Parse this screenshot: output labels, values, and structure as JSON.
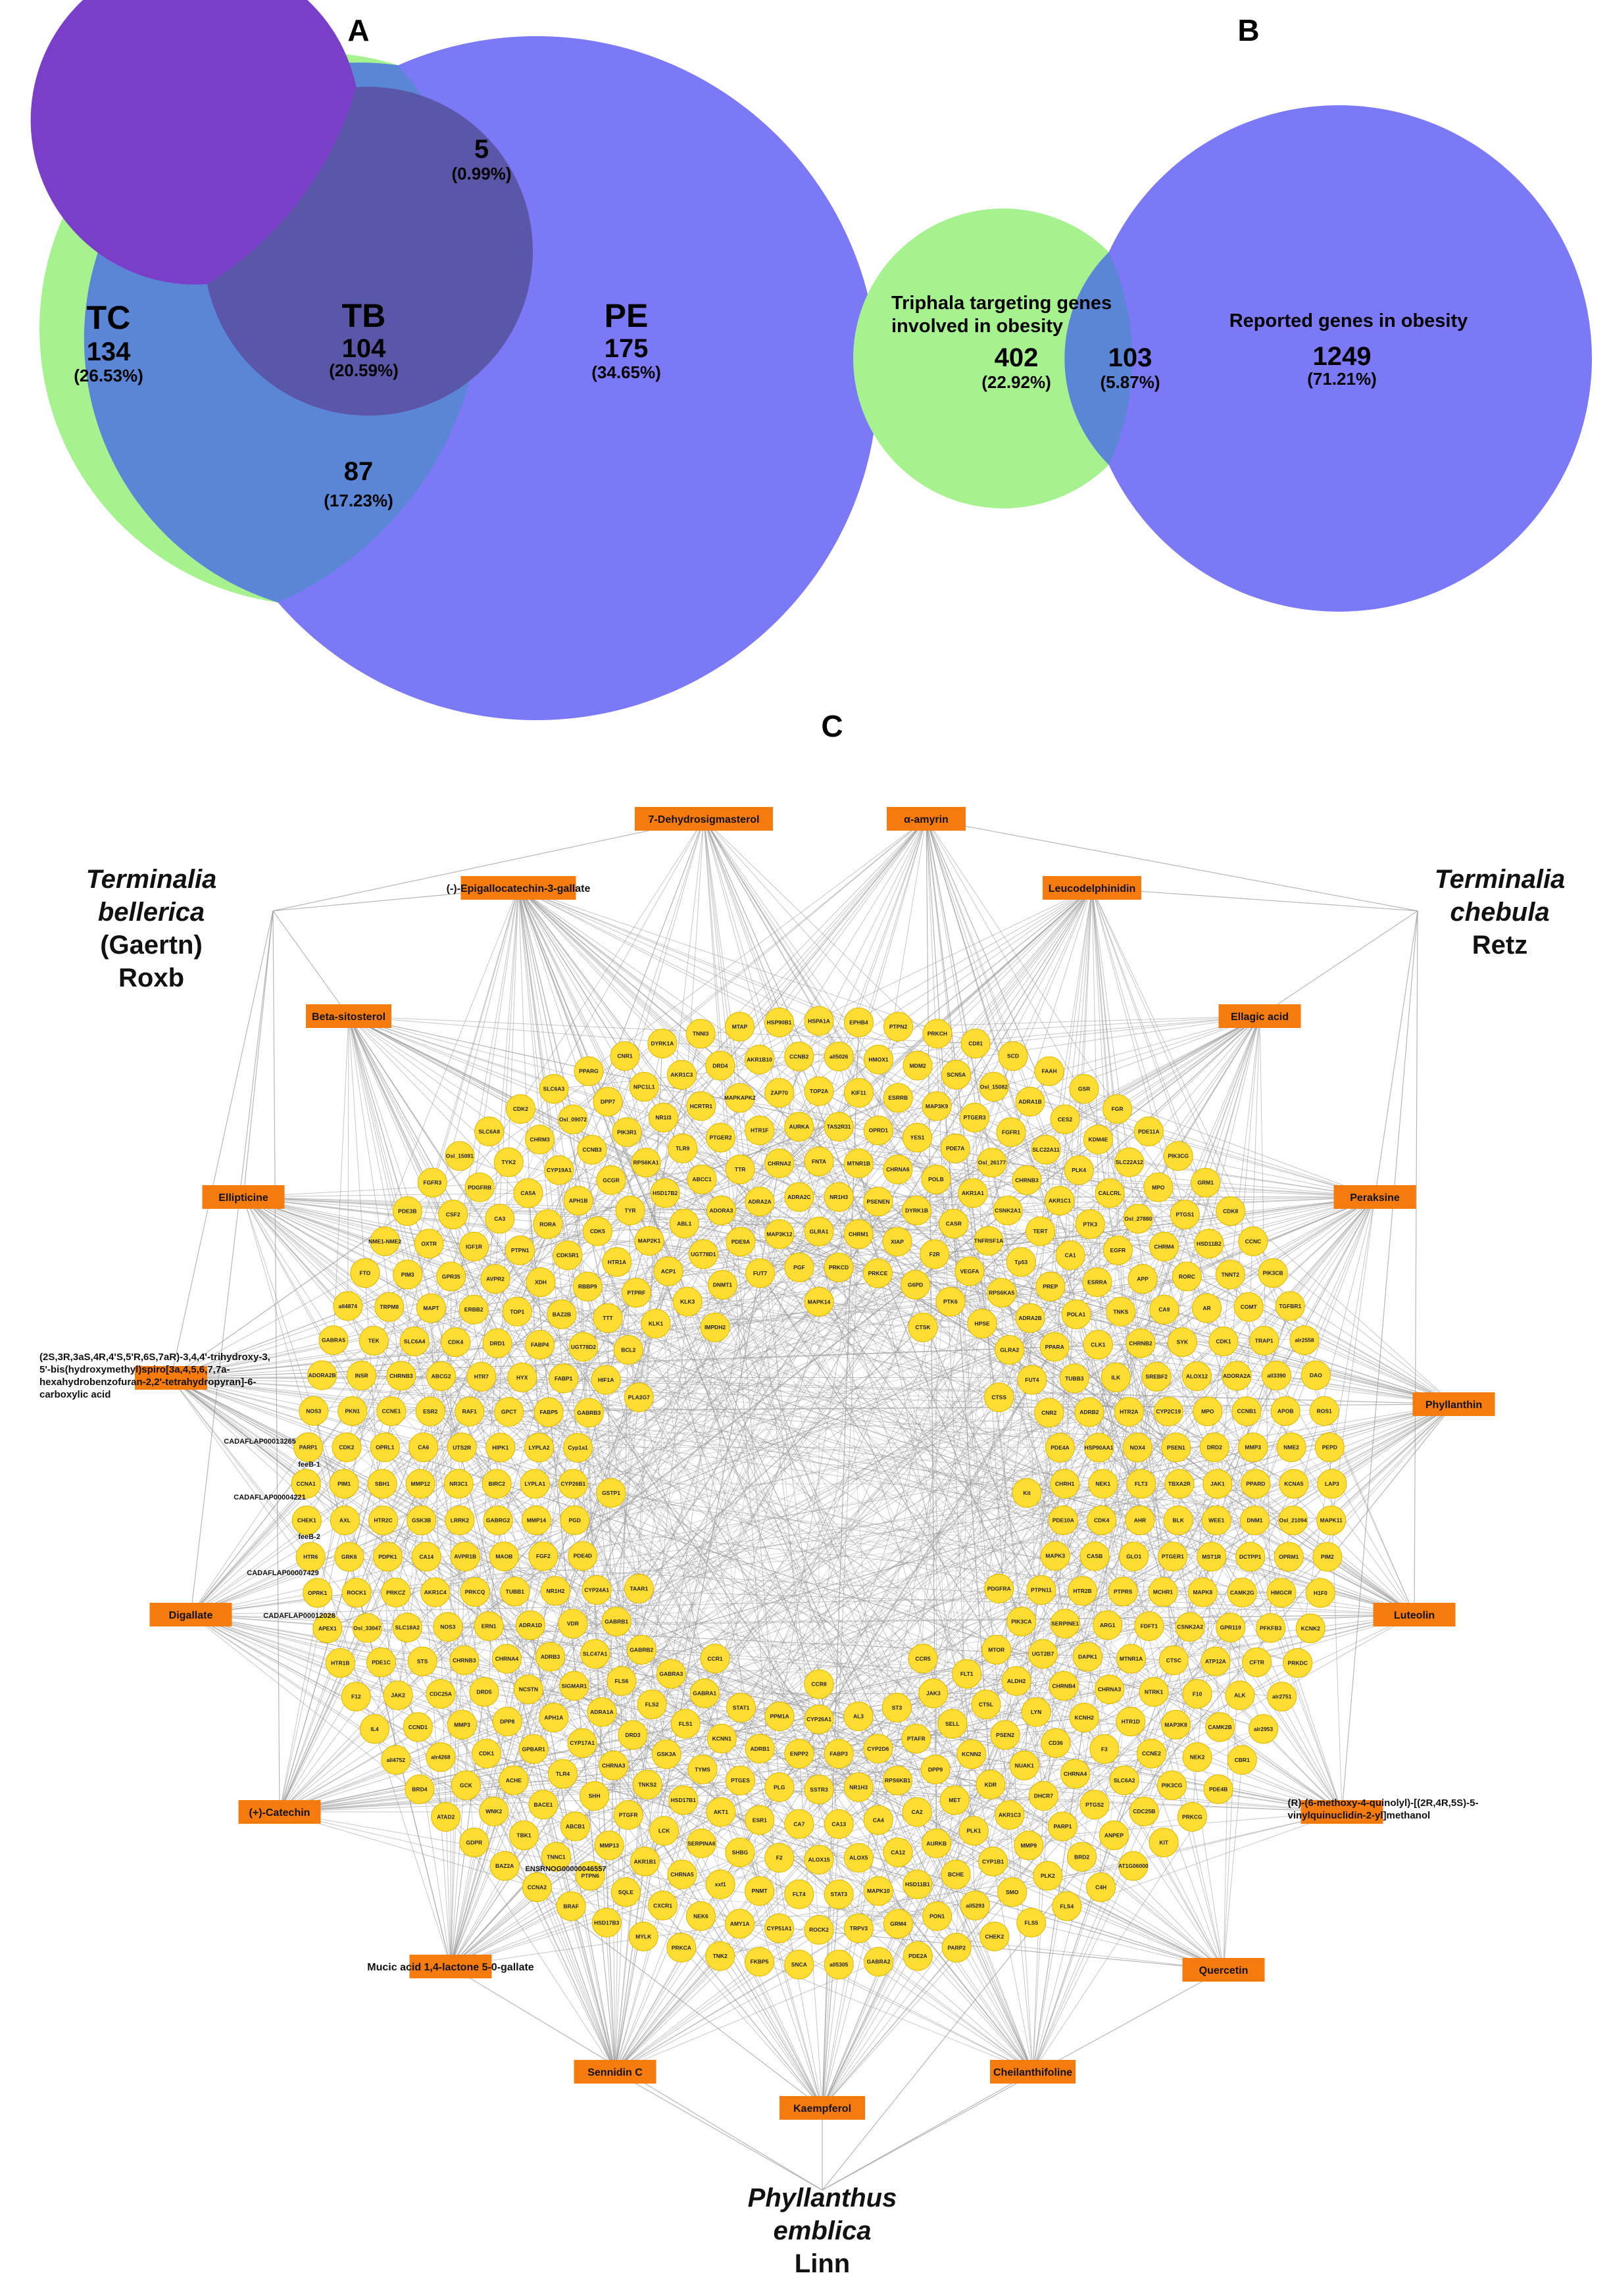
{
  "panels": {
    "a_label": "A",
    "b_label": "B",
    "c_label": "C"
  },
  "venn_a": {
    "sets": {
      "tc": {
        "name": "TC",
        "count": "134",
        "percent": "(26.53%)",
        "color": "#a6f28e"
      },
      "pe": {
        "name": "PE",
        "count": "175",
        "percent": "(34.65%)",
        "color": "#7b79f5"
      },
      "tb": {
        "name": "TB",
        "count": "104",
        "percent": "(20.59%)",
        "color": "#5b57a8"
      }
    },
    "regions": {
      "pe_tb": {
        "count": "5",
        "percent": "(0.99%)",
        "color": "#7a3fc8"
      },
      "tc_pe": {
        "count": "87",
        "percent": "(17.23%)",
        "color": "#5b86d6"
      }
    }
  },
  "venn_b": {
    "left": {
      "label_line1": "Triphala targeting genes",
      "label_line2": "involved in obesity",
      "count": "402",
      "percent": "(22.92%)",
      "color": "#a6f28e"
    },
    "overlap": {
      "count": "103",
      "percent": "(5.87%)",
      "color": "#5b86d6"
    },
    "right": {
      "label": "Reported genes in obesity",
      "count": "1249",
      "percent": "(71.21%)",
      "color": "#7b79f5"
    }
  },
  "network": {
    "colors": {
      "gene_node": "#ffdd33",
      "gene_stroke": "#e0b800",
      "compound_node": "#f57b0e",
      "edge": "#9a9a9a"
    },
    "plants": [
      {
        "key": "tb",
        "lines": [
          "Terminalia",
          "bellerica",
          "(Gaertn)",
          "Roxb"
        ]
      },
      {
        "key": "tc",
        "lines": [
          "Terminalia",
          "chebula",
          "Retz"
        ]
      },
      {
        "key": "pe",
        "lines": [
          "Phyllanthus",
          "emblica",
          "Linn"
        ]
      }
    ],
    "compounds": [
      {
        "name": "7-Dehydrosigmasterol",
        "plant": "tb"
      },
      {
        "name": "α-amyrin",
        "plant": "tc"
      },
      {
        "name": "(-)-Epigallocatechin-3-gallate",
        "plant": "tb"
      },
      {
        "name": "Leucodelphinidin",
        "plant": "tc"
      },
      {
        "name": "Beta-sitosterol",
        "plant": "tb"
      },
      {
        "name": "Ellagic acid",
        "plant": "tc"
      },
      {
        "name": "Ellipticine",
        "plant": "tb"
      },
      {
        "name": "Peraksine",
        "plant": "tc"
      },
      {
        "name": "(2S,3R,3aS,4R,4'S,5'R,6S,7aR)-3,4,4'-trihydroxy-3,5'-bis(hydroxymethyl)spiro[3a,4,5,6,7,7a-hexahydrobenzofuran-2,2'-tetrahydropyran]-6-carboxylic acid",
        "plant": "tb"
      },
      {
        "name": "Phyllanthin",
        "plant": "pe"
      },
      {
        "name": "Digallate",
        "plant": "tb"
      },
      {
        "name": "Luteolin",
        "plant": "tc"
      },
      {
        "name": "(+)-Catechin",
        "plant": "tb"
      },
      {
        "name": "(R)-(6-methoxy-4-quinolyl)-[(2R,4R,5S)-5-vinylquinuclidin-2-yl]methanol",
        "plant": "tc"
      },
      {
        "name": "Mucic acid 1,4-lactone 5-0-gallate",
        "plant": "pe"
      },
      {
        "name": "Quercetin",
        "plant": "pe"
      },
      {
        "name": "Sennidin C",
        "plant": "pe"
      },
      {
        "name": "Cheilanthifoline",
        "plant": "pe"
      },
      {
        "name": "Kaempferol",
        "plant": "pe"
      }
    ],
    "side_labels": [
      "CADAFLAP00013265",
      "CADAFLAP00004221",
      "CADAFLAP00007429",
      "CADAFLAP00012028",
      "feeB-1",
      "feeB-2",
      "ENSRNOG00000046557"
    ],
    "genes": [
      "HSPA1A",
      "EPHB4",
      "PTPN2",
      "PRKCH",
      "CD81",
      "SCD",
      "FAAH",
      "GSR",
      "FGR",
      "PDE11A",
      "PIK3CG",
      "GRM1",
      "CDK8",
      "CCNC",
      "PIK3CB",
      "TGFBR1",
      "alr2558",
      "DAO",
      "ROS1",
      "PEPD",
      "LAP3",
      "MAPK11",
      "PIM2",
      "H1F0",
      "KCNK2",
      "PRKDC",
      "alr2751",
      "alr2953",
      "CBR1",
      "PDE4B",
      "PRKCG",
      "KIT",
      "AT1G06000",
      "C4H",
      "FLS4",
      "FLS5",
      "CHEK2",
      "PARP2",
      "PDE2A",
      "GABRA2",
      "all5305",
      "SNCA",
      "FKBP5",
      "TNK2",
      "PRKCA",
      "MYLK",
      "HSD17B3",
      "BRAF",
      "CCNA2",
      "BAZ2A",
      "GDPR",
      "ATAD2",
      "BRD4",
      "all4752",
      "IL4",
      "F12",
      "HTR1B",
      "APEX1",
      "OPRK1",
      "HTR6",
      "CHEK1",
      "CCNA1",
      "PARP1",
      "NOS3",
      "ADORA2B",
      "GABRA5",
      "all4874",
      "FTO",
      "NME1-NME2",
      "PDE3B",
      "FGFR3",
      "Osl_15081",
      "SLC6A8",
      "CDK2",
      "SLC6A3",
      "PPARG",
      "CNR1",
      "DYRK1A",
      "TNNI3",
      "MTAP",
      "HSP90B1",
      "all5026",
      "HMOX1",
      "MDM2",
      "SCN5A",
      "Osl_15082",
      "ADRA1B",
      "CES2",
      "KDM4E",
      "SLC22A12",
      "MPO",
      "PTGS1",
      "HSD11B2",
      "TNNT2",
      "COMT",
      "TRAP1",
      "all3390",
      "APOB",
      "NME2",
      "KCNA5",
      "Osl_21094",
      "OPRM1",
      "HMGCR",
      "PFKFB3",
      "CFTR",
      "ALK",
      "CAMK2B",
      "NEK2",
      "PIK3CG",
      "CDC25B",
      "ANPEP",
      "BRD2",
      "PLK2",
      "SMO",
      "all5293",
      "PON1",
      "GRM4",
      "TRPV3",
      "ROCK2",
      "CYP51A1",
      "AMY1A",
      "NEK6",
      "CXCR1",
      "SQLE",
      "PTPN6",
      "TNNC1",
      "TBK1",
      "WNK2",
      "GCK",
      "alr4268",
      "CCND1",
      "JAK2",
      "PDE1C",
      "Osl_33047",
      "ROCK1",
      "GRK6",
      "AXL",
      "PIM1",
      "CDK2",
      "PKN1",
      "INSR",
      "TEK",
      "TRPM8",
      "PIM3",
      "OXTR",
      "CSF2",
      "PDGFRB",
      "TYK2",
      "CHRM3",
      "Osl_09072",
      "DPP7",
      "NPC1L1",
      "AKR1C3",
      "DRD4",
      "AKR1B10",
      "CCNB2",
      "TOP2A",
      "KIF11",
      "ESRRB",
      "MAP3K9",
      "PTGER3",
      "FGFR1",
      "SLC22A11",
      "PLK4",
      "CALCRL",
      "Osl_27880",
      "CHRM4",
      "RORC",
      "AR",
      "CDK1",
      "ADORA2A",
      "CCNB1",
      "MMP3",
      "PPARD",
      "DNM1",
      "DCTPP1",
      "CAMK2G",
      "GPR119",
      "ATP12A",
      "F10",
      "MAP3K8",
      "CCNE2",
      "SLC6A2",
      "PTGS2",
      "PARP1",
      "MMP9",
      "CYP1B1",
      "BCHE",
      "HSD11B1",
      "MAPK10",
      "STAT3",
      "FLT4",
      "PNMT",
      "xxf1",
      "CHRNA5",
      "AKR1B1",
      "MMP13",
      "ABCB1",
      "BACE1",
      "ACHE",
      "CDK1",
      "MMP3",
      "CDC25A",
      "STS",
      "SLC18A2",
      "PRKCZ",
      "PDPK1",
      "HTR2C",
      "SBH1",
      "OPRL1",
      "CCNE1",
      "CHRNB3",
      "SLC6A4",
      "MAPT",
      "GPR35",
      "IGF1R",
      "CA3",
      "CA5A",
      "CYP19A1",
      "CCNB3",
      "PIK3R1",
      "NR1I3",
      "HCRTR1",
      "MAPKAPK2",
      "ZAP70",
      "TAS2R31",
      "OPRD1",
      "YES1",
      "PDE7A",
      "Osl_26177",
      "CHRNB3",
      "AKR1C1",
      "PTK3",
      "EGFR",
      "APP",
      "CA9",
      "SYK",
      "ALOX12",
      "MPO",
      "DRD2",
      "JAK1",
      "WEE1",
      "MST1R",
      "MAPK8",
      "CSNK2A2",
      "CTSC",
      "NTRK1",
      "HTR1D",
      "F3",
      "CHRNA4",
      "DHCR7",
      "AKR1C3",
      "PLK1",
      "AURKB",
      "CA12",
      "ALOX5",
      "ALOX15",
      "F2",
      "SHBG",
      "SERPINA6",
      "LCK",
      "PTGFR",
      "SHH",
      "TLR4",
      "GPBAR1",
      "DPP8",
      "DRD5",
      "CHRNB3",
      "NOS3",
      "AKR1C4",
      "CA14",
      "GSK3B",
      "MMP12",
      "CA6",
      "ESR2",
      "ABCG2",
      "CDK4",
      "ERBB2",
      "AVPR2",
      "PTPN1",
      "RORA",
      "APH1B",
      "GCGR",
      "RPS6KA1",
      "TLR9",
      "PTGER2",
      "HTR1F",
      "AURKA",
      "FNTA",
      "MTNR1B",
      "CHRNA6",
      "POLB",
      "AKR1A1",
      "CSNK2A1",
      "TERT",
      "CA1",
      "ESRRA",
      "TNKS",
      "CHRNB2",
      "SREBF2",
      "CYP2C19",
      "PSEN1",
      "TBXA2R",
      "BLK",
      "PTGER1",
      "MCHR1",
      "FDFT1",
      "MTNR1A",
      "CHRNA3",
      "KCNH2",
      "CD36",
      "NUAK1",
      "KDR",
      "MET",
      "CA2",
      "CA4",
      "CA13",
      "CA7",
      "ESR1",
      "AKT1",
      "HSD17B1",
      "TNKS2",
      "CHRNA3",
      "CYP17A1",
      "APH1A",
      "NCSTN",
      "CHRNA4",
      "ERN1",
      "PRKCQ",
      "AVPR1B",
      "LRRK2",
      "NR3C1",
      "UTS2R",
      "RAF1",
      "HTR7",
      "DRD1",
      "TOP1",
      "XDH",
      "CDK5R1",
      "CDK5",
      "TYR",
      "HSD17B2",
      "ABCC1",
      "TTR",
      "CHRNA2",
      "NR1H3",
      "PSENEN",
      "DYRK1B",
      "CASR",
      "TNFRSF1A",
      "Tp53",
      "PREP",
      "POLA1",
      "CLK1",
      "ILK",
      "HTR2A",
      "NOX4",
      "FLT3",
      "AHR",
      "GLO1",
      "PTPRS",
      "ARG1",
      "DAPK1",
      "CHRNB4",
      "LYN",
      "PSEN2",
      "KCNN2",
      "DPP9",
      "RPS6KB1",
      "NR1H3",
      "SSTR3",
      "PLG",
      "PTGES",
      "TYMS",
      "GSK3A",
      "DRD3",
      "ADRA1A",
      "SIGMAR1",
      "ADRB3",
      "ADRA1D",
      "TUBB1",
      "MAOB",
      "GABRG2",
      "BIRC2",
      "HIPK1",
      "GPCT",
      "HYX",
      "FABP4",
      "BAZ2B",
      "RBBP9",
      "HTR1A",
      "MAP2K1",
      "ABL1",
      "ADORA3",
      "ADRA2A",
      "ADRA2C",
      "GLRA1",
      "CHRM1",
      "XIAP",
      "F2R",
      "VEGFA",
      "RPS6KA5",
      "ADRA2B",
      "PPARA",
      "TUBB3",
      "ADRB2",
      "HSP90AA1",
      "NEK1",
      "CDK4",
      "CASB",
      "HTR2B",
      "SERPINE1",
      "UGT2B7",
      "ALDH2",
      "CTSL",
      "SELL",
      "PTAFR",
      "CYP2D6",
      "FABP3",
      "ENPP2",
      "ADRB1",
      "KCNN1",
      "FLS1",
      "FLS2",
      "FLS6",
      "SLC47A1",
      "VDR",
      "NR1H2",
      "FGF2",
      "MMP14",
      "LYPLA1",
      "LYPLA2",
      "FABP5",
      "FABP1",
      "UGT78D2",
      "TTT",
      "PTPRF",
      "ACP1",
      "UGT78D1",
      "PDE9A",
      "MAP3K12",
      "PRKCD",
      "PRKCE",
      "G6PD",
      "PTK6",
      "HPSE",
      "GLRA2",
      "FUT4",
      "CNR2",
      "PDE4A",
      "CHRH1",
      "PDE10A",
      "MAPK3",
      "PTPN11",
      "PIK3CA",
      "MTOR",
      "FLT1",
      "JAK3",
      "ST3",
      "AL3",
      "CYP26A1",
      "PPM1A",
      "STAT1",
      "GABRA1",
      "GABRA3",
      "GABRB2",
      "GABRB1",
      "CYP24A1",
      "PDE4D",
      "PGD",
      "CYP26B1",
      "Cyp1a1",
      "GABRB3",
      "HIF1A",
      "BCL2",
      "KLK1",
      "KLK3",
      "DNMT1",
      "FUT7",
      "PGF",
      "MAPK14",
      "CTSK",
      "CTSS",
      "Kit",
      "PDGFRA",
      "CCR5",
      "CCR8",
      "CCR1",
      "TAAR1",
      "GSTP1",
      "PLA2G7",
      "IMPDH2"
    ]
  }
}
